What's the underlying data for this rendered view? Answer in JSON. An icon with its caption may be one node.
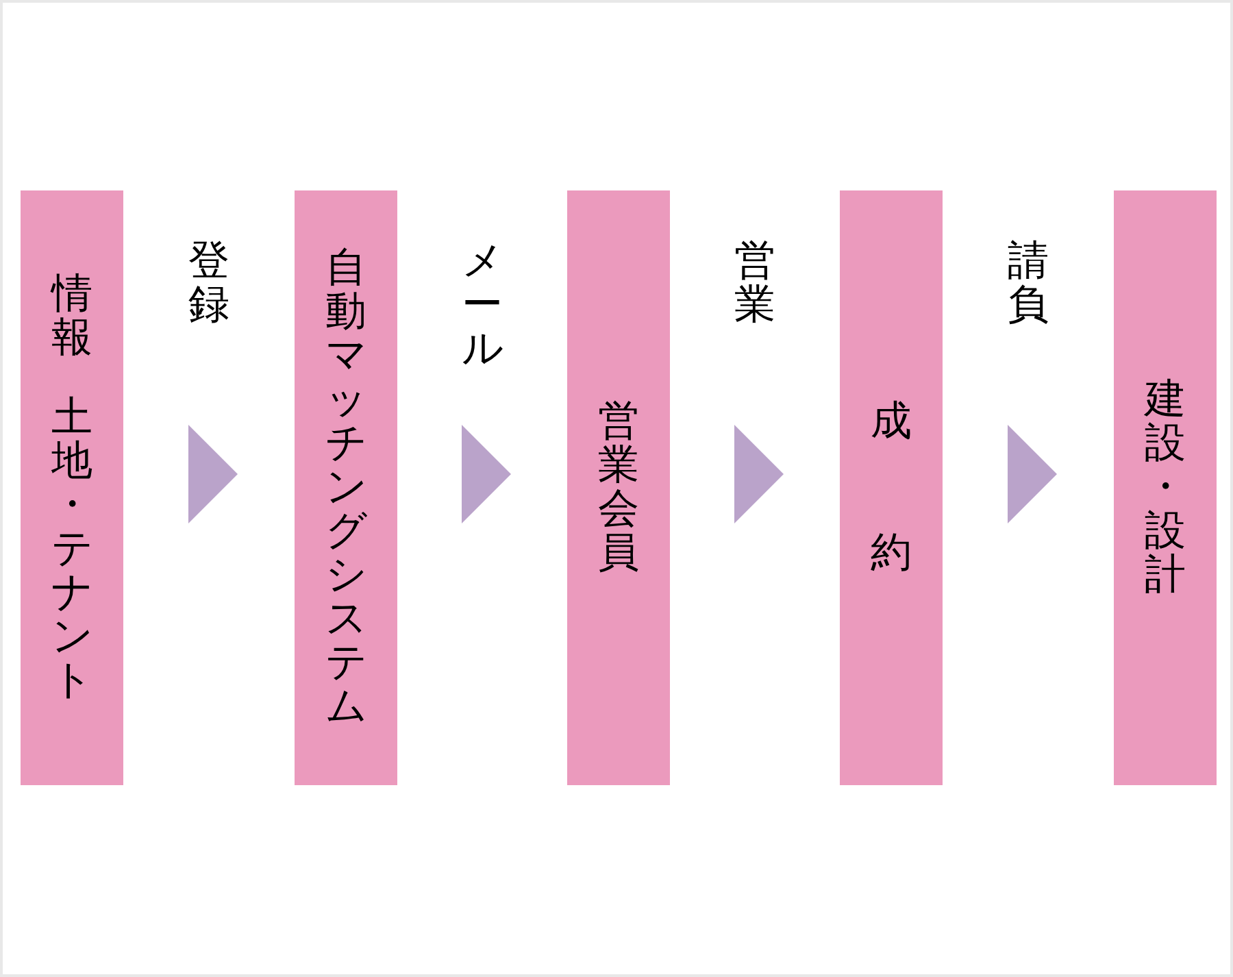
{
  "diagram": {
    "nodes": [
      {
        "text": [
          "情報",
          "土地・テナント"
        ]
      },
      {
        "text": [
          "自動マッチングシステム"
        ]
      },
      {
        "text": [
          "営業会員"
        ]
      },
      {
        "text": [
          "成約"
        ]
      },
      {
        "text": [
          "建設・設計"
        ]
      }
    ],
    "edges": [
      {
        "from": 0,
        "to": 1,
        "label": "登録",
        "arrow": "to"
      },
      {
        "from": 1,
        "to": 2,
        "label": "メール",
        "arrow": "to"
      },
      {
        "from": 2,
        "to": 3,
        "label": "営業",
        "arrow": "to"
      },
      {
        "from": 3,
        "to": 4,
        "label": "請負",
        "arrow": "to"
      }
    ]
  }
}
